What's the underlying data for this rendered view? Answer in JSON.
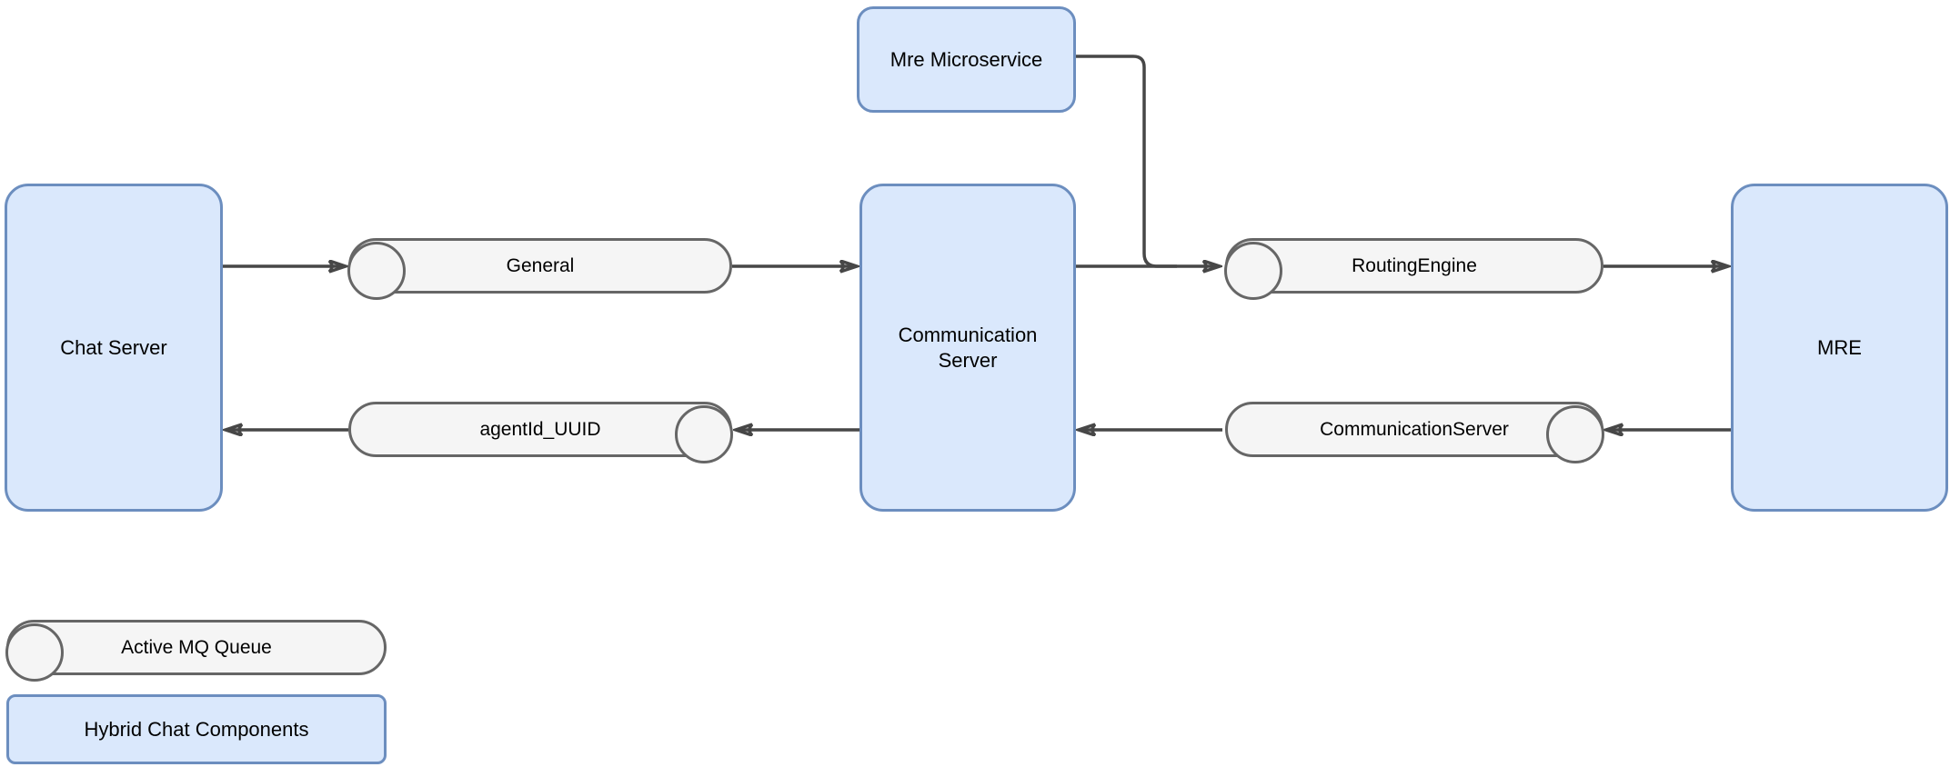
{
  "diagram": {
    "nodes": {
      "chat_server": {
        "label": "Chat Server"
      },
      "mre_microservice": {
        "label": "Mre Microservice"
      },
      "communication_server": {
        "label": "Communication Server"
      },
      "mre": {
        "label": "MRE"
      }
    },
    "queues": {
      "general": {
        "label": "General"
      },
      "routing_engine": {
        "label": "RoutingEngine"
      },
      "agentid_uuid": {
        "label": "agentId_UUID"
      },
      "communication_server": {
        "label": "CommunicationServer"
      }
    },
    "legend": {
      "active_mq_queue": "Active MQ Queue",
      "hybrid_chat_components": "Hybrid Chat Components"
    },
    "colors": {
      "component_fill": "#dae8fc",
      "component_border": "#6c8ebf",
      "queue_fill": "#f5f5f5",
      "queue_border": "#666666",
      "connector": "#474747",
      "text": "#000000",
      "background": "#ffffff"
    }
  }
}
